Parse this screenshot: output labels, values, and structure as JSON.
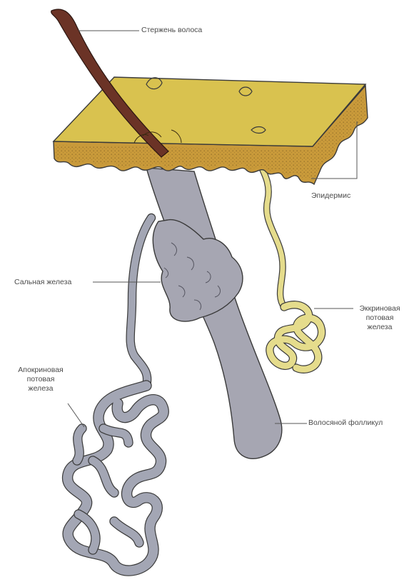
{
  "labels": {
    "hair_shaft": "Стержень волоса",
    "epidermis": "Эпидермис",
    "sebaceous_gland": "Сальная железа",
    "eccrine_gland": [
      "Эккриновая",
      "потовая",
      "железа"
    ],
    "apocrine_gland": [
      "Апокриновая",
      "потовая",
      "железа"
    ],
    "hair_follicle": "Волосяной фолликул"
  },
  "colors": {
    "skin_top": "#d9c24f",
    "skin_side": "#c99a3a",
    "hair": "#6b3326",
    "follicle": "#a6a6b2",
    "eccrine": "#e5dc8c",
    "apocrine": "#a3a6b4",
    "outline": "#3a3a3a",
    "label_line": "#555555"
  }
}
